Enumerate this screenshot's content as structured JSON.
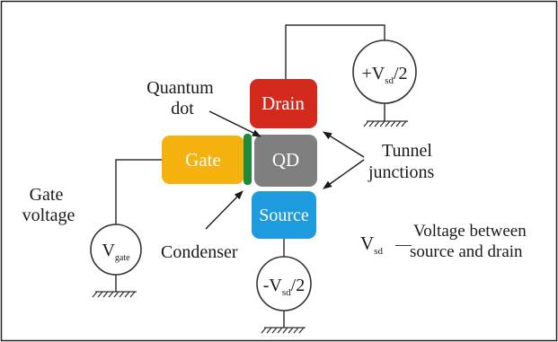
{
  "boxes": {
    "drain": {
      "label": "Drain",
      "color": "#d42a1e"
    },
    "qd": {
      "label": "QD",
      "color": "#7f7f7f"
    },
    "gate": {
      "label": "Gate",
      "color": "#f5b20f"
    },
    "source": {
      "label": "Source",
      "color": "#1e9bde"
    },
    "condenser_bar_color": "#1e8a3c"
  },
  "labels": {
    "quantum_dot_line1": "Quantum",
    "quantum_dot_line2": "dot",
    "tunnel_line1": "Tunnel",
    "tunnel_line2": "junctions",
    "gate_voltage_line1": "Gate",
    "gate_voltage_line2": "voltage",
    "condenser": "Condenser",
    "vsd_symbol": "V",
    "vsd_sub": "sd",
    "vsd_dash": "—",
    "vsd_desc_line1": "Voltage between",
    "vsd_desc_line2": "source and drain"
  },
  "sources": {
    "drain": {
      "sign": "+V",
      "sub": "sd",
      "denom": "/2"
    },
    "source": {
      "sign": "-V",
      "sub": "sd",
      "denom": "/2"
    },
    "gate": {
      "sign": "V",
      "sub": "gate"
    }
  }
}
